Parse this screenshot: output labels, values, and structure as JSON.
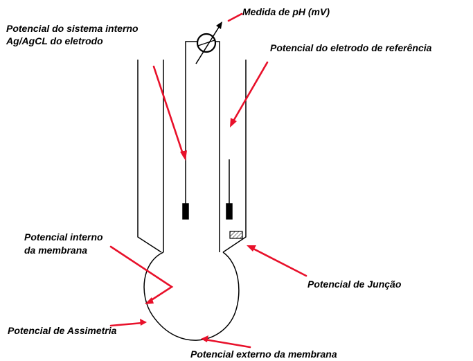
{
  "labels": {
    "medida_ph": "Medida de  pH (mV)",
    "sistema_interno_l1": "Potencial do sistema interno",
    "sistema_interno_l2": "Ag/AgCL do eletrodo",
    "eletrodo_referencia": "Potencial do eletrodo de referência",
    "membrana_interno_l1": "Potencial interno",
    "membrana_interno_l2": "da membrana",
    "juncao": "Potencial de Junção",
    "assimetria": "Potencial de Assimetria",
    "externo_membrana": "Potencial externo da membrana"
  },
  "colors": {
    "outline": "#000000",
    "arrow": "#e8102a",
    "text": "#000000"
  },
  "icons": {
    "meter": "voltmeter-icon"
  }
}
